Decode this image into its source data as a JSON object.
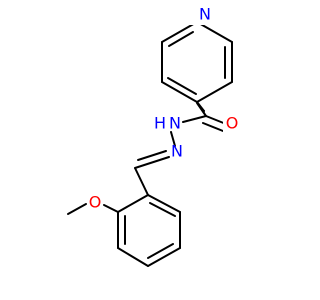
{
  "colors": {
    "bond": "#000000",
    "nitrogen": "#0000ff",
    "oxygen": "#ff0000",
    "background": "#ffffff"
  },
  "atoms": {
    "pyridine_n": "N",
    "carbonyl_o": "O",
    "amide_nh": "N",
    "amide_h": "H",
    "imine_n": "N",
    "methoxy_o": "O"
  }
}
